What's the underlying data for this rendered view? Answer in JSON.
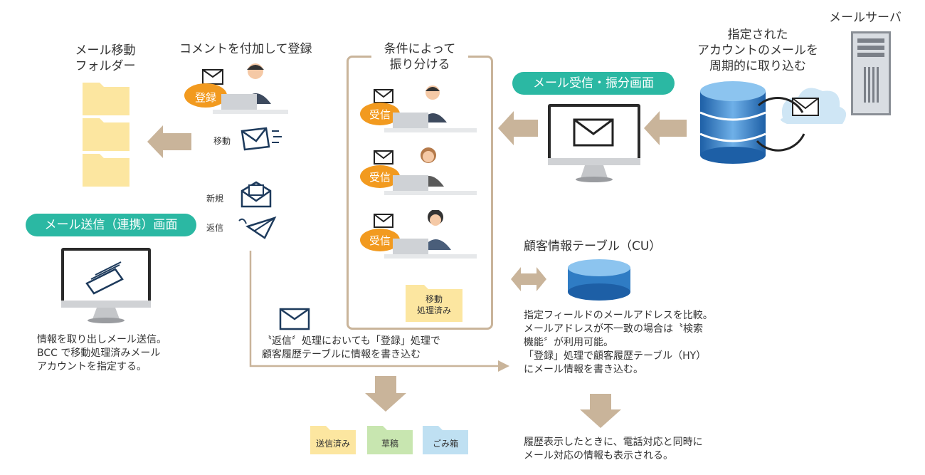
{
  "labels": {
    "mail_server": "メールサーバ",
    "fetch_line1": "指定された",
    "fetch_line2": "アカウントのメールを",
    "fetch_line3": "周期的に取り込む",
    "receive_screen": "メール受信・振分画面",
    "sort_line1": "条件によって",
    "sort_line2": "振り分ける",
    "comment_register": "コメントを付加して登録",
    "move_folder_line1": "メール移動",
    "move_folder_line2": "フォルダー",
    "move": "移動",
    "new": "新規",
    "reply": "返信",
    "send_screen": "メール送信（連携）画面",
    "register_badge": "登録",
    "received_badge": "受信",
    "moved_folder_line1": "移動",
    "moved_folder_line2": "処理済み",
    "customer_table": "顧客情報テーブル（CU）",
    "send_desc_1": "情報を取り出しメール送信。",
    "send_desc_2": "BCC で移動処理済みメール",
    "send_desc_3": "アカウントを指定する。",
    "reply_note_1": "〝返信〞処理においても「登録」処理で",
    "reply_note_2": "顧客履歴テーブルに情報を書き込む",
    "compare_1": "指定フィールドのメールアドレスを比較。",
    "compare_2": "メールアドレスが不一致の場合は〝検索",
    "compare_3": "機能〞が利用可能。",
    "compare_4": "「登録」処理で顧客履歴テーブル（HY）",
    "compare_5": "にメール情報を書き込む。",
    "history_1": "履歴表示したときに、電話対応と同時に",
    "history_2": "メール対応の情報も表示される。",
    "folder_sent": "送信済み",
    "folder_draft": "草稿",
    "folder_trash": "ごみ箱"
  },
  "colors": {
    "accent_teal": "#2bb8a3",
    "arrow_tan": "#c9b49a",
    "folder_yellow": "#fce6a0",
    "folder_green": "#c8e6b0",
    "folder_blue": "#bfe0f2",
    "badge_orange": "#f29a1f",
    "db_blue": "#2f7cc4"
  },
  "icons": [
    "mail-server-icon",
    "database-icon",
    "cloud-mail-icon",
    "monitor-icon",
    "envelope-icon",
    "operator-icon",
    "folder-icon",
    "paper-plane-icon",
    "open-envelope-icon"
  ]
}
